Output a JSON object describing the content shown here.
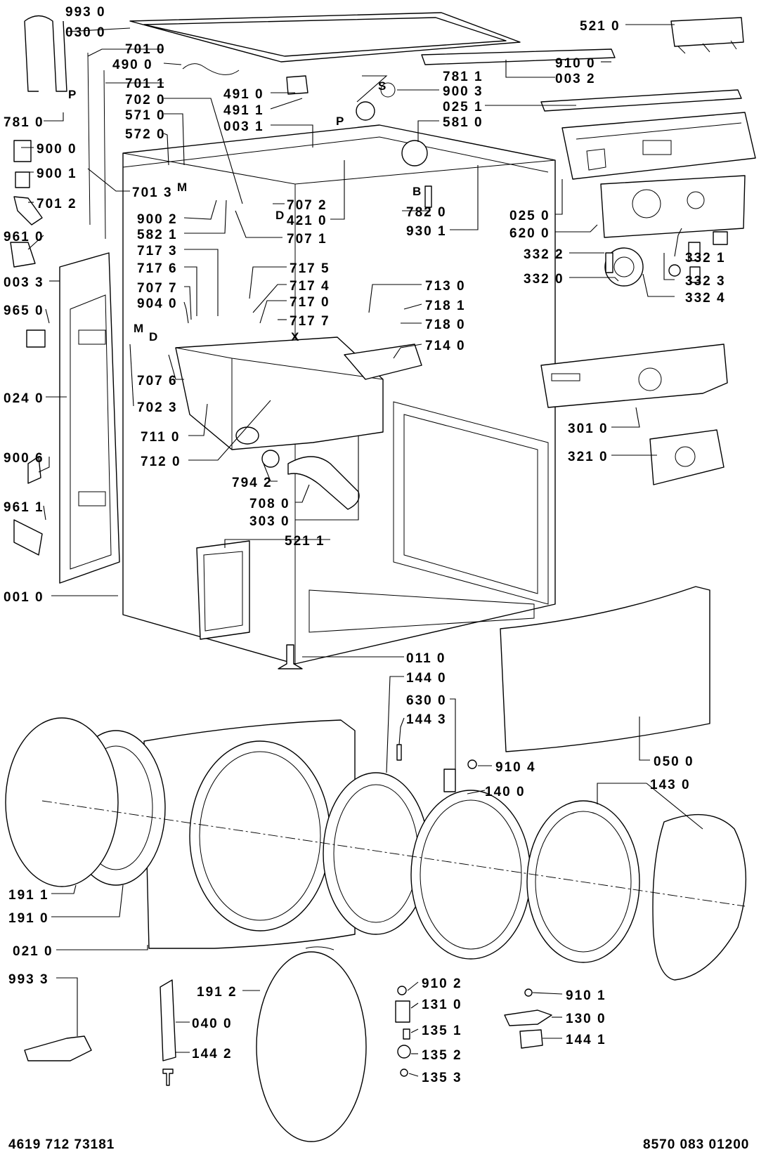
{
  "drawing": {
    "document_number": "4619 712 73181",
    "part_number": "8570 083 01200"
  },
  "callouts": [
    "993 0",
    "030 0",
    "701 0",
    "490 0",
    "701 1",
    "702 0",
    "571 0",
    "572 0",
    "781 0",
    "900 0",
    "900 1",
    "701 2",
    "701 3",
    "961 0",
    "003 3",
    "965 0",
    "024 0",
    "900 6",
    "961 1",
    "001 0",
    "491 0",
    "491 1",
    "003 1",
    "781 1",
    "900 3",
    "025 1",
    "581 0",
    "707 2",
    "421 0",
    "782 0",
    "930 1",
    "707 1",
    "900 2",
    "582 1",
    "717 3",
    "717 6",
    "707 7",
    "904 0",
    "717 5",
    "717 4",
    "717 0",
    "717 7",
    "707 6",
    "702 3",
    "711 0",
    "712 0",
    "794 2",
    "708 0",
    "303 0",
    "521 1",
    "521 0",
    "910 0",
    "003 2",
    "025 0",
    "620 0",
    "332 2",
    "332 0",
    "332 1",
    "332 3",
    "332 4",
    "713 0",
    "718 1",
    "718 0",
    "714 0",
    "301 0",
    "321 0",
    "011 0",
    "144 0",
    "630 0",
    "144 3",
    "910 4",
    "140 0",
    "143 0",
    "050 0",
    "191 1",
    "191 0",
    "021 0",
    "993 3",
    "191 2",
    "040 0",
    "144 2",
    "910 2",
    "131 0",
    "135 1",
    "135 2",
    "135 3",
    "910 1",
    "130 0",
    "144 1"
  ],
  "letters": [
    "P",
    "P",
    "S",
    "M",
    "B",
    "D",
    "M",
    "D",
    "X"
  ]
}
